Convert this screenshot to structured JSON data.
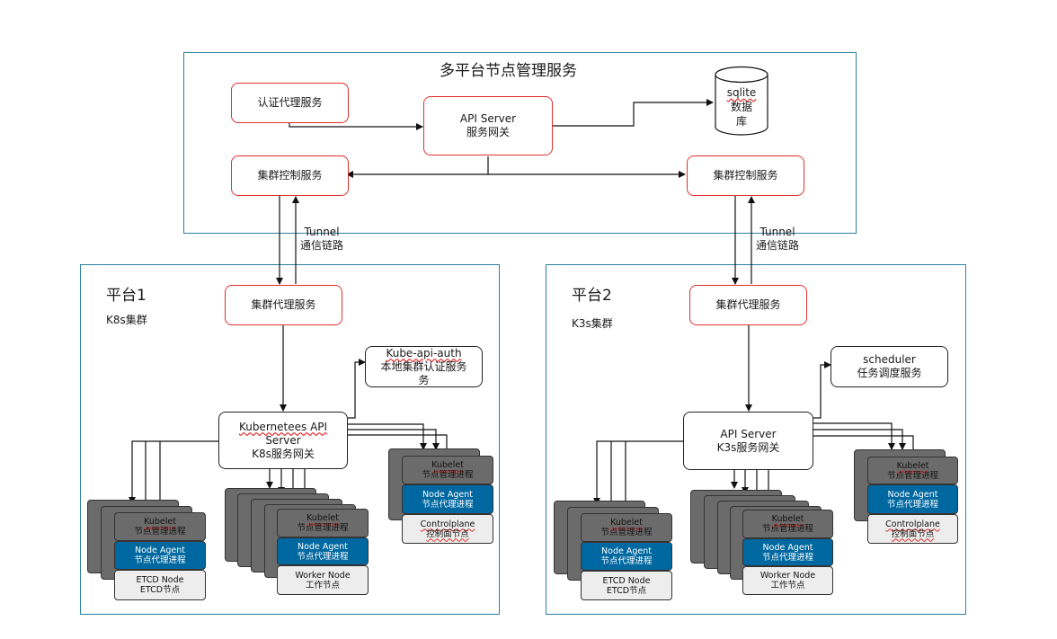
{
  "top": {
    "title": "多平台节点管理服务",
    "auth_service": "认证代理服务",
    "api_server": [
      "API Server",
      "服务网关"
    ],
    "sqlite": [
      "sqlite",
      "数据",
      "库"
    ],
    "cluster_control_left": "集群控制服务",
    "cluster_control_right": "集群控制服务"
  },
  "tunnel": [
    "Tunnel",
    "通信链路"
  ],
  "platform1": {
    "title": "平台1",
    "subtitle": "K8s集群",
    "agent": "集群代理服务",
    "auth": [
      "Kube-api-auth",
      "本地集群认证服务",
      "务"
    ],
    "api": [
      "Kubernetees API",
      "Server",
      "K8s服务网关"
    ],
    "etcd": {
      "kubelet": [
        "Kubelet",
        "节点管理进程"
      ],
      "agent": [
        "Node Agent",
        "节点代理进程"
      ],
      "node": [
        "ETCD Node",
        "ETCD节点"
      ]
    },
    "worker": {
      "kubelet": [
        "Kubelet",
        "节点管理进程"
      ],
      "agent": [
        "Node Agent",
        "节点代理进程"
      ],
      "node": [
        "Worker Node",
        "工作节点"
      ]
    },
    "control": {
      "kubelet": [
        "Kubelet",
        "节点管理进程"
      ],
      "agent": [
        "Node Agent",
        "节点代理进程"
      ],
      "node": [
        "Controlplane",
        "控制面节点"
      ]
    }
  },
  "platform2": {
    "title": "平台2",
    "subtitle": "K3s集群",
    "agent": "集群代理服务",
    "scheduler": [
      "scheduler",
      "任务调度服务"
    ],
    "api": [
      "API Server",
      "K3s服务网关"
    ],
    "etcd": {
      "kubelet": [
        "Kubelet",
        "节点管理进程"
      ],
      "agent": [
        "Node Agent",
        "节点代理进程"
      ],
      "node": [
        "ETCD Node",
        "ETCD节点"
      ]
    },
    "worker": {
      "kubelet": [
        "Kubelet",
        "节点管理进程"
      ],
      "agent": [
        "Node Agent",
        "节点代理进程"
      ],
      "node": [
        "Worker Node",
        "工作节点"
      ]
    },
    "control": {
      "kubelet": [
        "Kubelet",
        "节点管理进程"
      ],
      "agent": [
        "Node Agent",
        "节点代理进程"
      ],
      "node": [
        "Controlplane",
        "控制面节点"
      ]
    }
  }
}
